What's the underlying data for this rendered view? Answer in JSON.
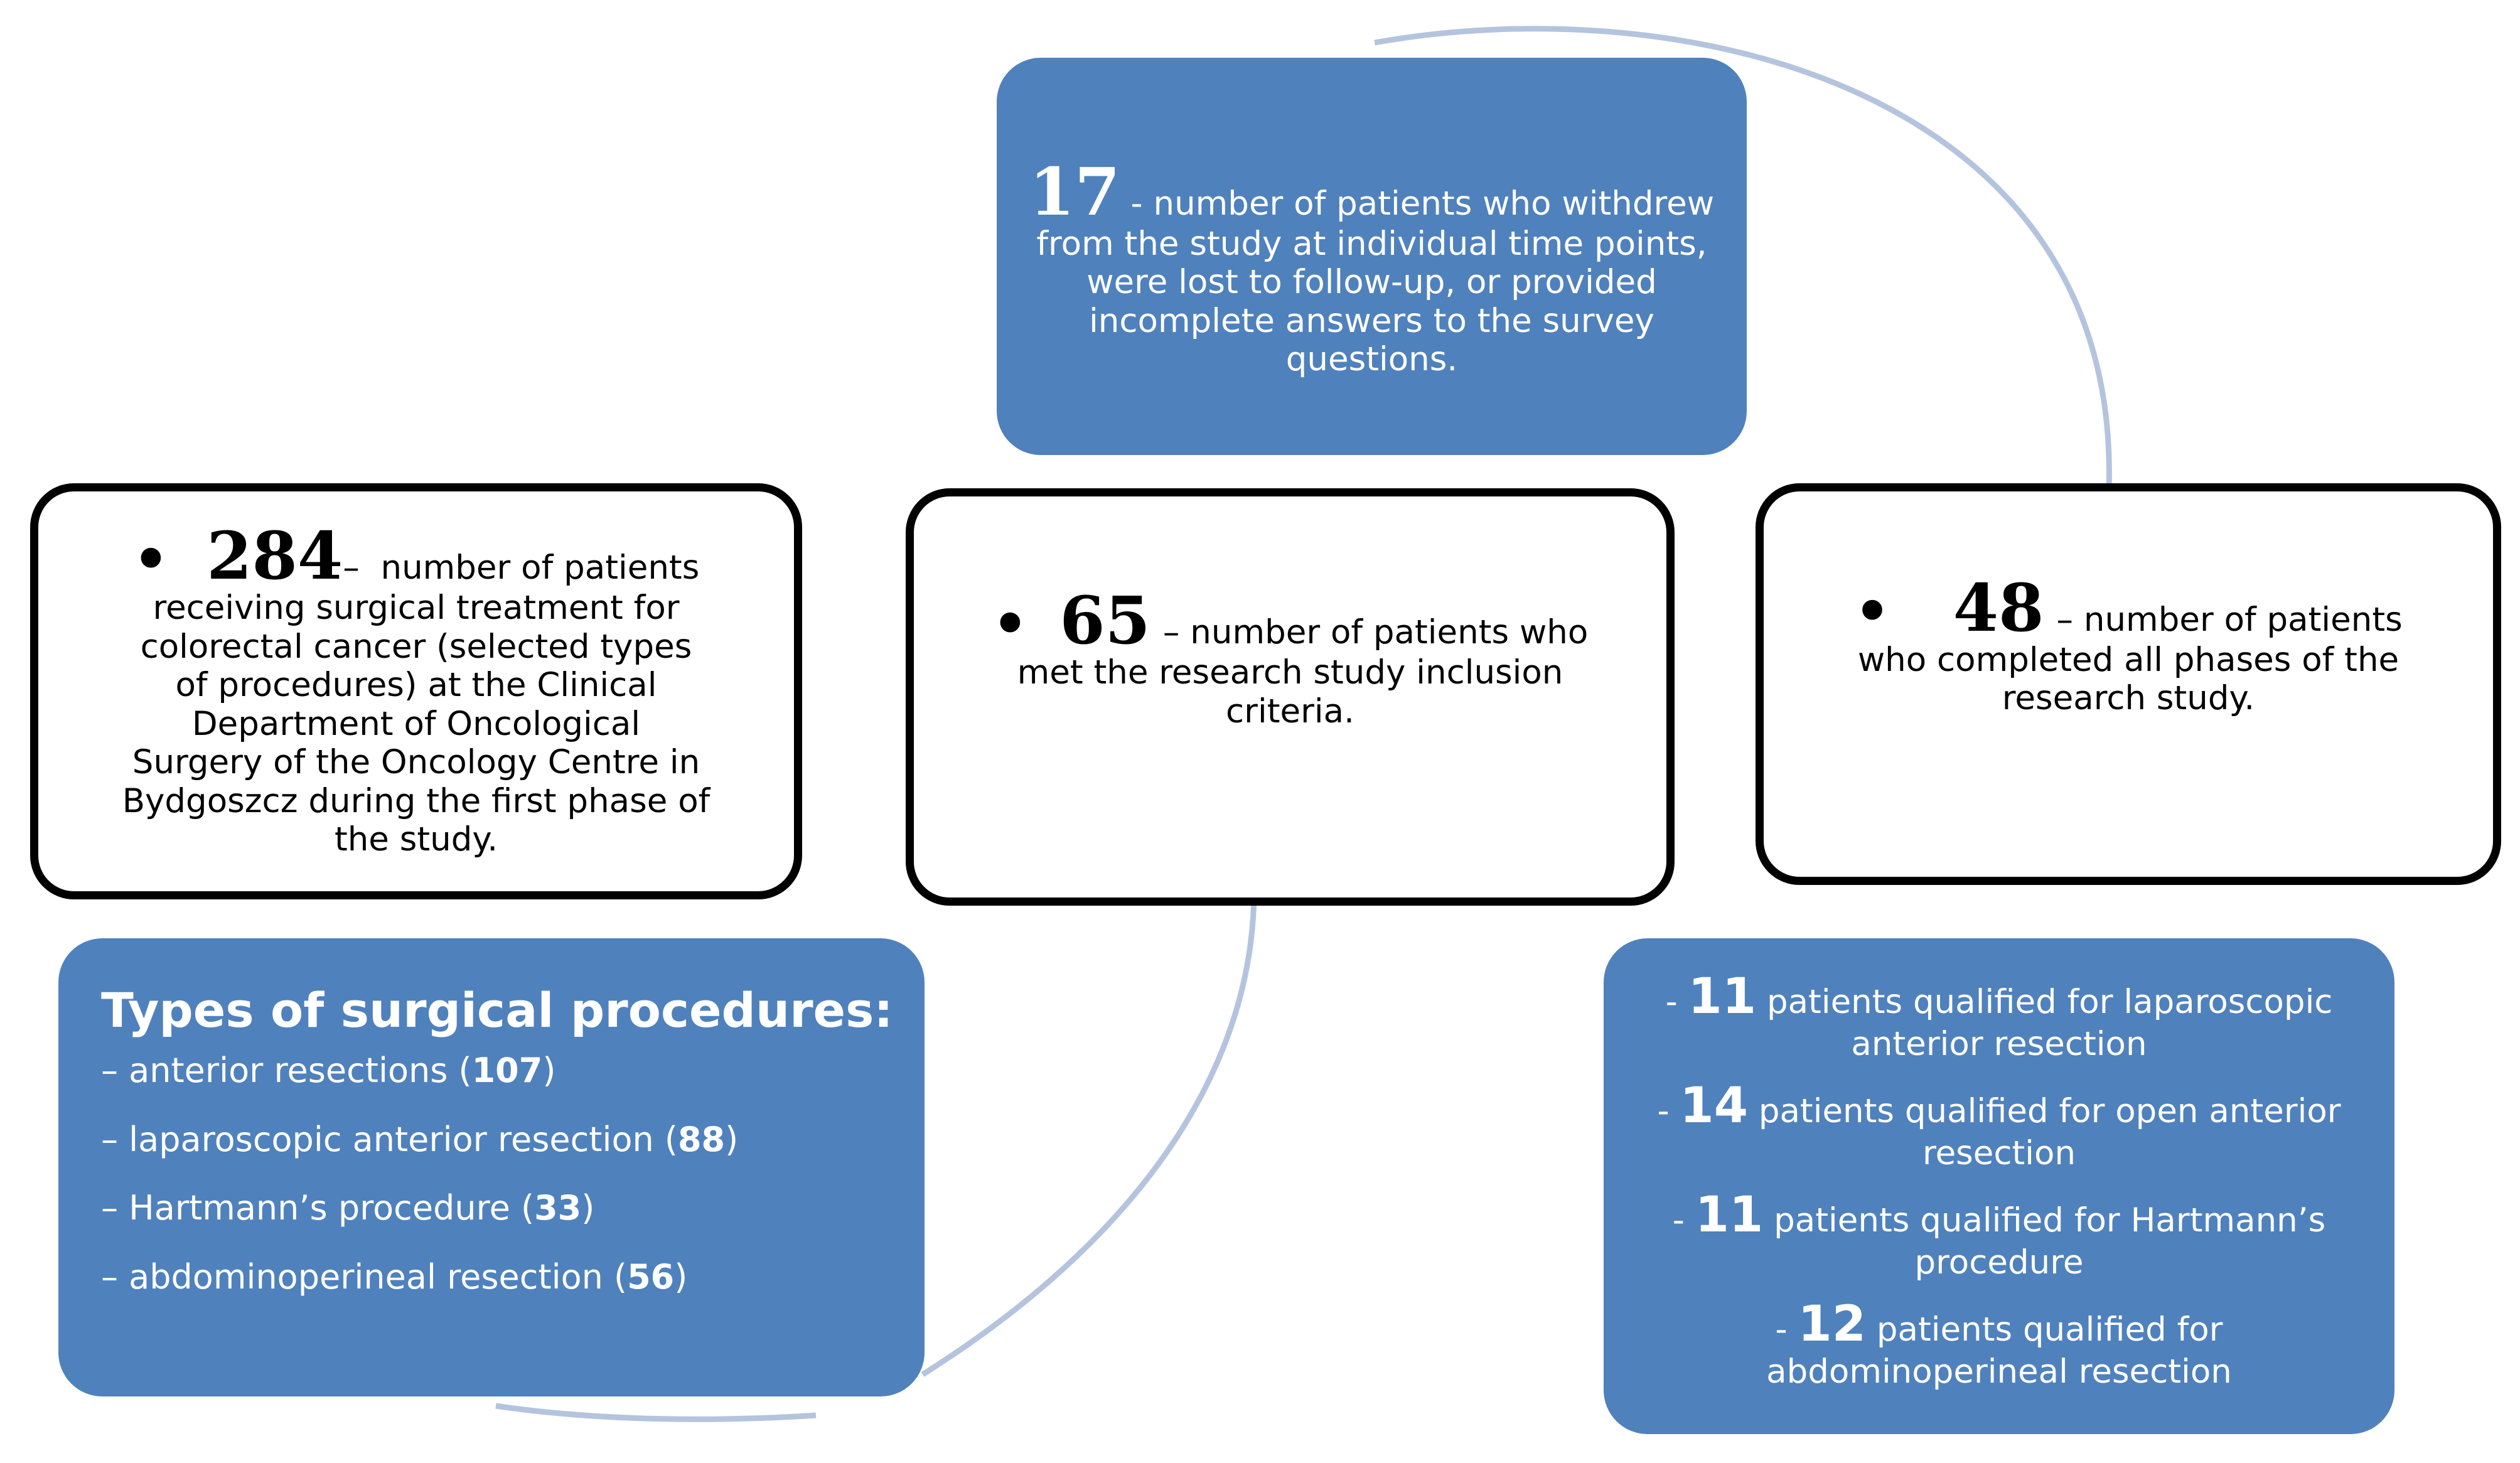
{
  "withdrew": {
    "number": "17",
    "lines": [
      "- number of patients who withdrew",
      "from the study at individual time points,",
      "were lost to follow-up, or provided",
      "incomplete answers to the survey",
      "questions."
    ]
  },
  "treated": {
    "bullet": "•",
    "number": "284",
    "line1": "–  number of patients",
    "lines": [
      "receiving surgical treatment for",
      "colorectal cancer (selected types",
      "of procedures) at the Clinical",
      "Department of Oncological",
      "Surgery of the Oncology Centre in",
      "Bydgoszcz during the first phase of",
      "the study."
    ]
  },
  "inclusion": {
    "bullet": "•",
    "number": "65",
    "line1": "– number of patients who",
    "lines": [
      "met the research study inclusion",
      "criteria."
    ]
  },
  "completed": {
    "bullet": "•",
    "number": "48",
    "line1": "– number of patients",
    "lines": [
      "who completed all phases of the",
      "research study."
    ]
  },
  "procedures": {
    "title": "Types of surgical procedures:",
    "items": [
      {
        "text": "– anterior resections (",
        "count": "107",
        "close": ")"
      },
      {
        "text": "– laparoscopic anterior resection (",
        "count": "88",
        "close": ")"
      },
      {
        "text": "– Hartmann’s procedure (",
        "count": "33",
        "close": ")"
      },
      {
        "text": "– abdominoperineal resection (",
        "count": "56",
        "close": ")"
      }
    ]
  },
  "qualified": {
    "items": [
      {
        "dash": "- ",
        "count": "11",
        "line1": " patients qualified for laparoscopic",
        "line2": "anterior resection"
      },
      {
        "dash": "- ",
        "count": "14",
        "line1": " patients qualified for open anterior",
        "line2": "resection"
      },
      {
        "dash": "- ",
        "count": "11",
        "line1": " patients qualified for Hartmann’s",
        "line2": "procedure"
      },
      {
        "dash": "- ",
        "count": "12",
        "line1": " patients qualified for",
        "line2": "abdominoperineal resection"
      }
    ]
  },
  "colors": {
    "blue_box": "#4f81bd",
    "connector": "#b4c4de",
    "white_box_border": "#000000"
  }
}
